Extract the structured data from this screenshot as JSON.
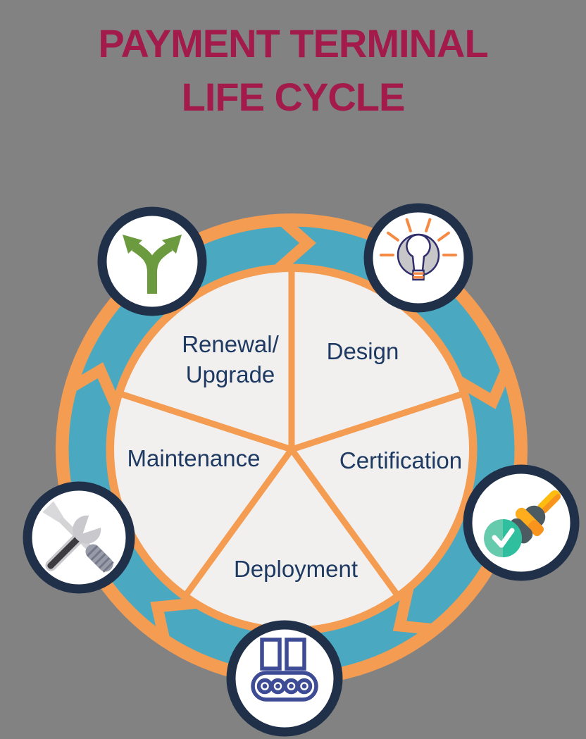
{
  "title": {
    "line1": "PAYMENT TERMINAL",
    "line2": "LIFE CYCLE"
  },
  "wheel": {
    "type": "cycle-diagram",
    "direction": "clockwise",
    "segments": [
      {
        "label": "Design",
        "icon": "lightbulb-idea-icon"
      },
      {
        "label": "Certification",
        "icon": "approval-stamp-icon"
      },
      {
        "label": "Deployment",
        "icon": "conveyor-belt-icon"
      },
      {
        "label": "Maintenance",
        "icon": "repair-tools-icon"
      },
      {
        "label": "Renewal/Upgrade",
        "label_line1": "Renewal/",
        "label_line2": "Upgrade",
        "icon": "branching-arrows-icon"
      }
    ]
  },
  "colors": {
    "background": "#828282",
    "title_red": "#A21B4B",
    "ring_orange": "#F49C52",
    "arrow_teal": "#4AA9C1",
    "circle_border_navy": "#203049",
    "pie_fill": "#F1F0EF",
    "label_navy": "#1E3A62",
    "branch_green": "#6B9B3E",
    "bulb_gray": "#C7C6C9",
    "bulb_outline": "#302F6B",
    "ray_orange": "#F58A44",
    "stamp_dark": "#4C5A62",
    "stamp_orange": "#FFAD1C",
    "stamp_yellow": "#FFBC10",
    "check_green": "#66CBAC",
    "check_green_dark": "#2FBF9E",
    "conveyor_indigo": "#3E4C96",
    "tool_gray": "#C9C9CD"
  }
}
